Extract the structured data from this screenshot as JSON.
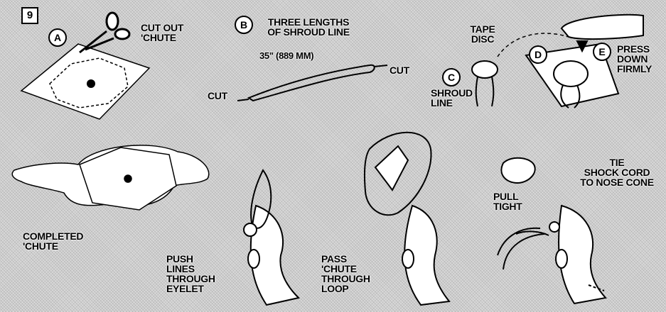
{
  "step_number": "9",
  "steps": {
    "a": {
      "letter": "A",
      "text": "CUT OUT\n'CHUTE"
    },
    "b": {
      "letter": "B",
      "text": "THREE LENGTHS\nOF SHROUD LINE",
      "length": "35\" (889 mm)",
      "cut_right": "CUT",
      "cut_left": "CUT"
    },
    "c": {
      "letter": "C",
      "text": "SHROUD\nLINE"
    },
    "d": {
      "letter": "D",
      "tape_text": "TAPE\nDISC"
    },
    "e": {
      "letter": "E",
      "text": "PRESS\nDOWN\nFIRMLY"
    }
  },
  "row2": {
    "completed": "COMPLETED\n'CHUTE",
    "push": "PUSH\nLINES\nTHROUGH\nEYELET",
    "pass": "PASS\n'CHUTE\nTHROUGH\nLOOP",
    "pull": "PULL\nTIGHT",
    "tie": "TIE\nSHOCK CORD\nTO NOSE CONE"
  }
}
